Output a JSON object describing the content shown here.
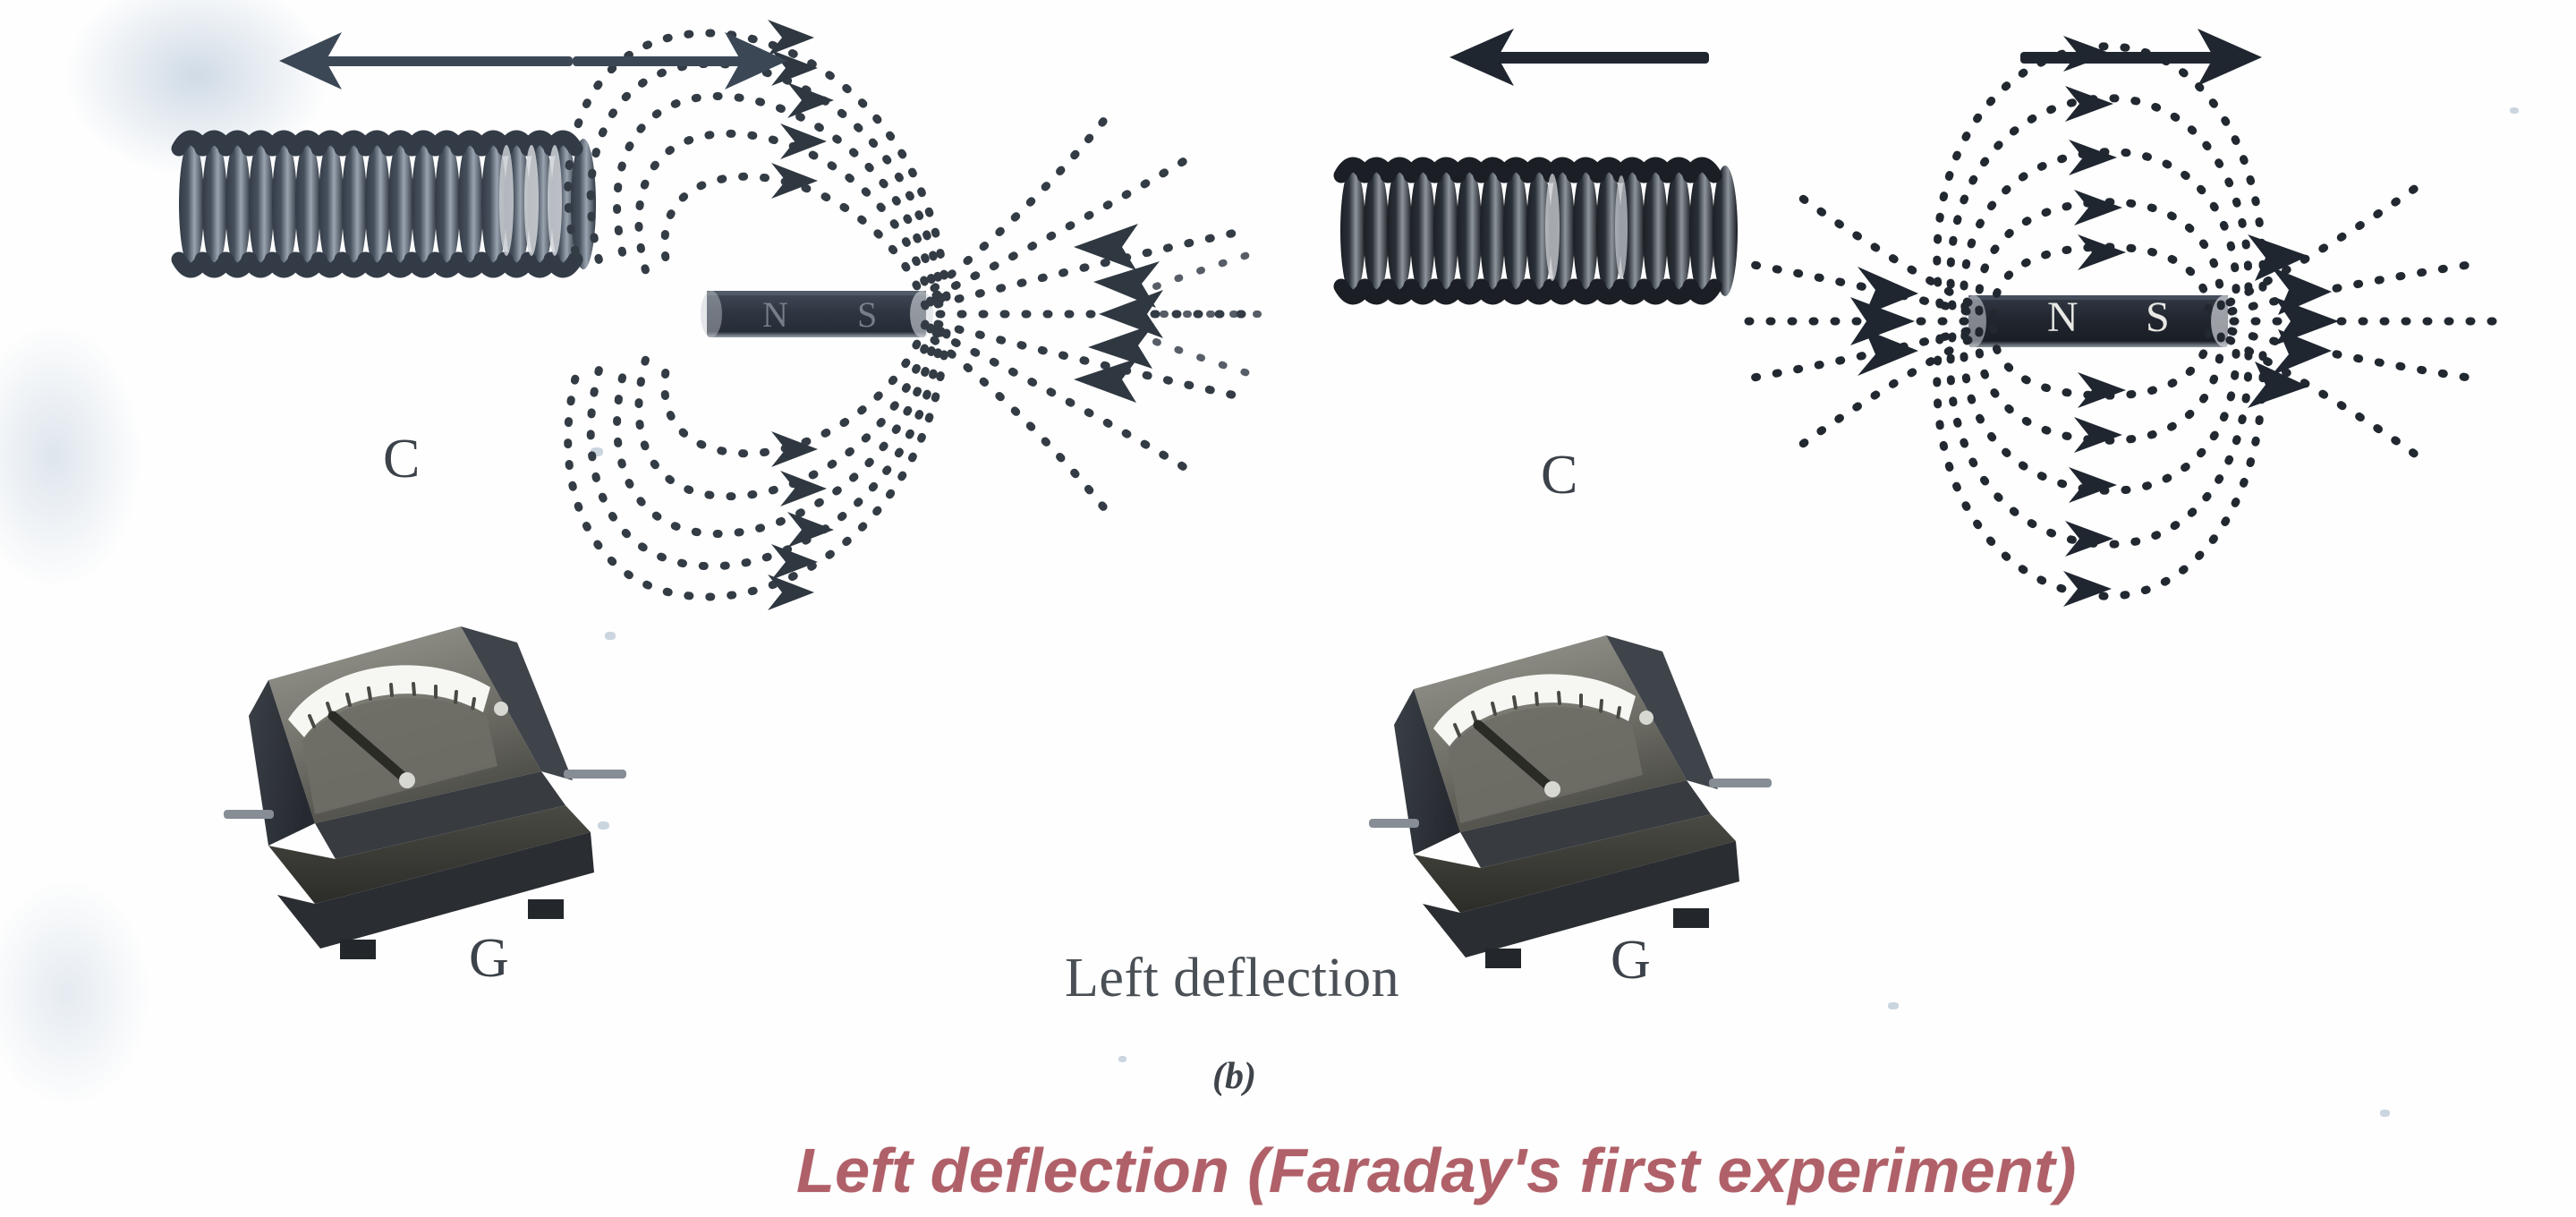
{
  "figure": {
    "title_caption": "Left deflection (Faraday's first experiment)",
    "subfigure_label": "(b)",
    "middle_label": "Left deflection",
    "caption_color": "#b06068",
    "ink_color": "#3c4249"
  },
  "panels": [
    {
      "id": "left-panel",
      "coil_label": "C",
      "galvanometer_label": "G",
      "magnet": {
        "north_label": "N",
        "south_label": "S"
      },
      "motion_arrows": [
        {
          "name": "coil-motion-arrow-left",
          "direction": "left"
        },
        {
          "name": "magnet-motion-arrow-right",
          "direction": "right"
        }
      ],
      "coil_turns": 19,
      "galvanometer_deflection": "left"
    },
    {
      "id": "right-panel",
      "coil_label": "C",
      "galvanometer_label": "G",
      "magnet": {
        "north_label": "N",
        "south_label": "S"
      },
      "motion_arrows": [
        {
          "name": "coil-motion-arrow-left",
          "direction": "left"
        },
        {
          "name": "magnet-motion-arrow-right",
          "direction": "right"
        }
      ],
      "coil_turns": 19,
      "galvanometer_deflection": "left"
    }
  ],
  "icons": {
    "coil": "solenoid-coil-icon",
    "magnet": "bar-magnet-icon",
    "field": "magnetic-field-lines-icon",
    "galvanometer": "galvanometer-icon",
    "arrow": "motion-arrow-icon"
  }
}
